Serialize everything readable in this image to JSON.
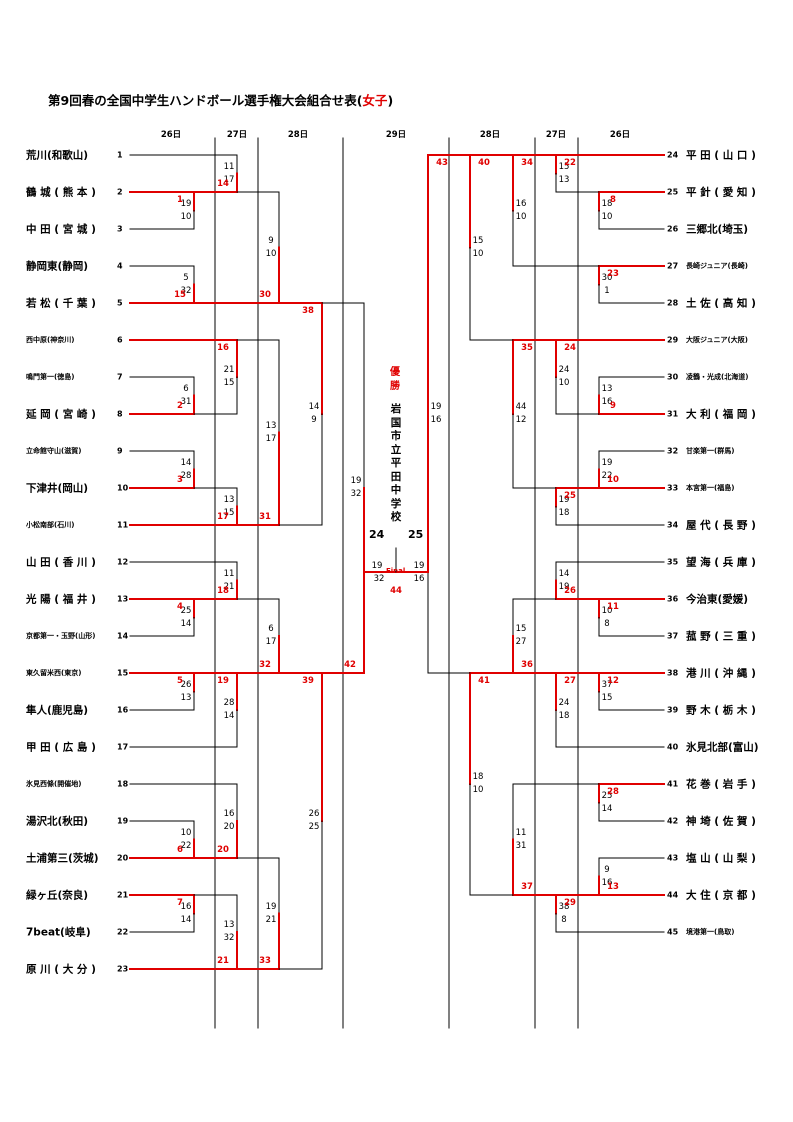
{
  "title": {
    "main": "第9回春の全国中学生ハンドボール選手権大会組合せ表(",
    "highlight": "女子",
    "close": ")"
  },
  "days": [
    {
      "label": "26日",
      "side": "L",
      "col": 0
    },
    {
      "label": "27日",
      "side": "L",
      "col": 1
    },
    {
      "label": "28日",
      "side": "L",
      "col": 2
    },
    {
      "label": "29日",
      "side": "C",
      "col": 0
    },
    {
      "label": "28日",
      "side": "R",
      "col": 2
    },
    {
      "label": "27日",
      "side": "R",
      "col": 1
    },
    {
      "label": "26日",
      "side": "R",
      "col": 0
    }
  ],
  "teams": [
    {
      "n": "1",
      "name": "荒川(和歌山)",
      "side": "L"
    },
    {
      "n": "2",
      "name": "鶴 城 ( 熊 本 )",
      "side": "L"
    },
    {
      "n": "3",
      "name": "中 田 ( 宮 城 )",
      "side": "L"
    },
    {
      "n": "4",
      "name": "静岡東(静岡)",
      "side": "L"
    },
    {
      "n": "5",
      "name": "若 松 ( 千 葉 )",
      "side": "L"
    },
    {
      "n": "6",
      "name": "西中原(神奈川)",
      "side": "L",
      "small": true
    },
    {
      "n": "7",
      "name": "鳴門第一(徳島)",
      "side": "L",
      "small": true
    },
    {
      "n": "8",
      "name": "延 岡 ( 宮 崎 )",
      "side": "L"
    },
    {
      "n": "9",
      "name": "立命館守山(滋賀)",
      "side": "L",
      "small": true
    },
    {
      "n": "10",
      "name": "下津井(岡山)",
      "side": "L"
    },
    {
      "n": "11",
      "name": "小松南部(石川)",
      "side": "L",
      "small": true
    },
    {
      "n": "12",
      "name": "山 田 ( 香 川 )",
      "side": "L"
    },
    {
      "n": "13",
      "name": "光 陽 ( 福 井 )",
      "side": "L"
    },
    {
      "n": "14",
      "name": "京都第一・玉野(山形)",
      "side": "L",
      "small": true
    },
    {
      "n": "15",
      "name": "東久留米西(東京)",
      "side": "L",
      "small": true
    },
    {
      "n": "16",
      "name": "隼人(鹿児島)",
      "side": "L"
    },
    {
      "n": "17",
      "name": "甲 田 ( 広 島 )",
      "side": "L"
    },
    {
      "n": "18",
      "name": "氷見西條(開催地)",
      "side": "L",
      "small": true
    },
    {
      "n": "19",
      "name": "湯沢北(秋田)",
      "side": "L"
    },
    {
      "n": "20",
      "name": "土浦第三(茨城)",
      "side": "L"
    },
    {
      "n": "21",
      "name": "緑ヶ丘(奈良)",
      "side": "L"
    },
    {
      "n": "22",
      "name": "7beat(岐阜)",
      "side": "L"
    },
    {
      "n": "23",
      "name": "原 川 ( 大 分 )",
      "side": "L"
    },
    {
      "n": "24",
      "name": "平 田 ( 山 口 )",
      "side": "R"
    },
    {
      "n": "25",
      "name": "平 針 ( 愛 知 )",
      "side": "R"
    },
    {
      "n": "26",
      "name": "三郷北(埼玉)",
      "side": "R"
    },
    {
      "n": "27",
      "name": "長崎ジュニア(長崎)",
      "side": "R",
      "small": true
    },
    {
      "n": "28",
      "name": "土 佐 ( 高 知 )",
      "side": "R"
    },
    {
      "n": "29",
      "name": "大阪ジュニア(大阪)",
      "side": "R",
      "small": true
    },
    {
      "n": "30",
      "name": "凌鶴・光成(北海道)",
      "side": "R",
      "small": true
    },
    {
      "n": "31",
      "name": "大 利 ( 福 岡 )",
      "side": "R"
    },
    {
      "n": "32",
      "name": "甘楽第一(群馬)",
      "side": "R",
      "small": true
    },
    {
      "n": "33",
      "name": "本宮第一(福島)",
      "side": "R",
      "small": true
    },
    {
      "n": "34",
      "name": "屋 代 ( 長 野 )",
      "side": "R"
    },
    {
      "n": "35",
      "name": "望 海 ( 兵 庫 )",
      "side": "R"
    },
    {
      "n": "36",
      "name": "今治東(愛媛)",
      "side": "R"
    },
    {
      "n": "37",
      "name": "菰 野 ( 三 重 )",
      "side": "R"
    },
    {
      "n": "38",
      "name": "港 川 ( 沖 縄 )",
      "side": "R"
    },
    {
      "n": "39",
      "name": "野 木 ( 栃 木 )",
      "side": "R"
    },
    {
      "n": "40",
      "name": "氷見北部(富山)",
      "side": "R"
    },
    {
      "n": "41",
      "name": "花 巻 ( 岩 手 )",
      "side": "R"
    },
    {
      "n": "42",
      "name": "神 埼 ( 佐 賀 )",
      "side": "R"
    },
    {
      "n": "43",
      "name": "塩 山 ( 山 梨 )",
      "side": "R"
    },
    {
      "n": "44",
      "name": "大 住 ( 京 都 )",
      "side": "R"
    },
    {
      "n": "45",
      "name": "境港第一(鳥取)",
      "side": "R",
      "small": true
    }
  ],
  "matches": [
    {
      "no": "1",
      "a": "2",
      "b": "3",
      "sa": "19",
      "sb": "10",
      "win": "a"
    },
    {
      "no": "2",
      "a": "7",
      "b": "8",
      "sa": "6",
      "sb": "31",
      "win": "b"
    },
    {
      "no": "3",
      "a": "9",
      "b": "10",
      "sa": "14",
      "sb": "28",
      "win": "b"
    },
    {
      "no": "4",
      "a": "13",
      "b": "14",
      "sa": "25",
      "sb": "14",
      "win": "a"
    },
    {
      "no": "5",
      "a": "15",
      "b": "16",
      "sa": "26",
      "sb": "13",
      "win": "a"
    },
    {
      "no": "6",
      "a": "19",
      "b": "20",
      "sa": "10",
      "sb": "22",
      "win": "b"
    },
    {
      "no": "7",
      "a": "21",
      "b": "22",
      "sa": "16",
      "sb": "14",
      "win": "a"
    },
    {
      "no": "8",
      "a": "25",
      "b": "26",
      "sa": "18",
      "sb": "10",
      "win": "a"
    },
    {
      "no": "9",
      "a": "30",
      "b": "31",
      "sa": "13",
      "sb": "16",
      "win": "b"
    },
    {
      "no": "10",
      "a": "32",
      "b": "33",
      "sa": "19",
      "sb": "22",
      "win": "b"
    },
    {
      "no": "11",
      "a": "36",
      "b": "37",
      "sa": "10",
      "sb": "8",
      "win": "a"
    },
    {
      "no": "12",
      "a": "38",
      "b": "39",
      "sa": "37",
      "sb": "15",
      "win": "a"
    },
    {
      "no": "13",
      "a": "43",
      "b": "44",
      "sa": "9",
      "sb": "16",
      "win": "b"
    },
    {
      "no": "14",
      "a": "1",
      "b": "M1",
      "sa": "11",
      "sb": "17",
      "win": "b"
    },
    {
      "no": "15",
      "a": "4",
      "b": "5",
      "sa": "5",
      "sb": "32",
      "win": "b"
    },
    {
      "no": "16",
      "a": "6",
      "b": "M2",
      "sa": "21",
      "sb": "15",
      "win": "a"
    },
    {
      "no": "17",
      "a": "M3",
      "b": "11",
      "sa": "13",
      "sb": "15",
      "win": "b"
    },
    {
      "no": "18",
      "a": "12",
      "b": "M4",
      "sa": "11",
      "sb": "21",
      "win": "b"
    },
    {
      "no": "19",
      "a": "M5",
      "b": "17",
      "sa": "28",
      "sb": "14",
      "win": "a"
    },
    {
      "no": "20",
      "a": "18",
      "b": "M6",
      "sa": "16",
      "sb": "20",
      "win": "b"
    },
    {
      "no": "21",
      "a": "M7",
      "b": "23",
      "sa": "13",
      "sb": "32",
      "win": "b"
    },
    {
      "no": "22",
      "a": "24",
      "b": "M8",
      "sa": "15",
      "sb": "13",
      "win": "a"
    },
    {
      "no": "23",
      "a": "27",
      "b": "28",
      "sa": "30",
      "sb": "1",
      "win": "a"
    },
    {
      "no": "24",
      "a": "29",
      "b": "M9",
      "sa": "24",
      "sb": "10",
      "win": "a"
    },
    {
      "no": "25",
      "a": "M10",
      "b": "34",
      "sa": "19",
      "sb": "18",
      "win": "a"
    },
    {
      "no": "26",
      "a": "35",
      "b": "M11",
      "sa": "14",
      "sb": "19",
      "win": "b"
    },
    {
      "no": "27",
      "a": "M12",
      "b": "40",
      "sa": "24",
      "sb": "18",
      "win": "a"
    },
    {
      "no": "28",
      "a": "41",
      "b": "42",
      "sa": "25",
      "sb": "14",
      "win": "a"
    },
    {
      "no": "29",
      "a": "M13",
      "b": "45",
      "sa": "38",
      "sb": "8",
      "win": "a"
    },
    {
      "no": "30",
      "a": "M14",
      "b": "M15",
      "sa": "9",
      "sb": "10",
      "win": "b"
    },
    {
      "no": "31",
      "a": "M16",
      "b": "M17",
      "sa": "13",
      "sb": "17",
      "win": "b"
    },
    {
      "no": "32",
      "a": "M18",
      "b": "M19",
      "sa": "6",
      "sb": "17",
      "win": "b"
    },
    {
      "no": "33",
      "a": "M20",
      "b": "M21",
      "sa": "19",
      "sb": "21",
      "win": "b"
    },
    {
      "no": "34",
      "a": "M22",
      "b": "M23",
      "sa": "16",
      "sb": "10",
      "win": "a"
    },
    {
      "no": "35",
      "a": "M24",
      "b": "M25",
      "sa": "44",
      "sb": "12",
      "win": "a"
    },
    {
      "no": "36",
      "a": "M26",
      "b": "M27",
      "sa": "15",
      "sb": "27",
      "win": "b"
    },
    {
      "no": "37",
      "a": "M28",
      "b": "M29",
      "sa": "11",
      "sb": "31",
      "win": "b"
    },
    {
      "no": "38",
      "a": "M30",
      "b": "M31",
      "sa": "14",
      "sb": "9",
      "win": "a"
    },
    {
      "no": "39",
      "a": "M32",
      "b": "M33",
      "sa": "26",
      "sb": "25",
      "win": "a"
    },
    {
      "no": "40",
      "a": "M34",
      "b": "M35",
      "sa": "15",
      "sb": "10",
      "win": "a"
    },
    {
      "no": "41",
      "a": "M36",
      "b": "M37",
      "sa": "18",
      "sb": "10",
      "win": "a"
    },
    {
      "no": "42",
      "a": "M38",
      "b": "M39",
      "sa": "19",
      "sb": "32",
      "win": "b"
    },
    {
      "no": "43",
      "a": "M40",
      "b": "M41",
      "sa": "19",
      "sb": "16",
      "win": "a"
    },
    {
      "no": "44",
      "a": "M42",
      "b": "M43",
      "sa": "",
      "sb": "",
      "win": "b"
    }
  ],
  "final": {
    "champion_label": "優勝",
    "host_label": "岩国市立平田中学校",
    "left_num": "24",
    "right_num": "25",
    "final_label": "Final",
    "left_score": "19",
    "left_score2": "32",
    "right_score": "19",
    "right_score2": "16"
  },
  "colors": {
    "line": "#000000",
    "winner": "#e00000",
    "text": "#000000"
  }
}
